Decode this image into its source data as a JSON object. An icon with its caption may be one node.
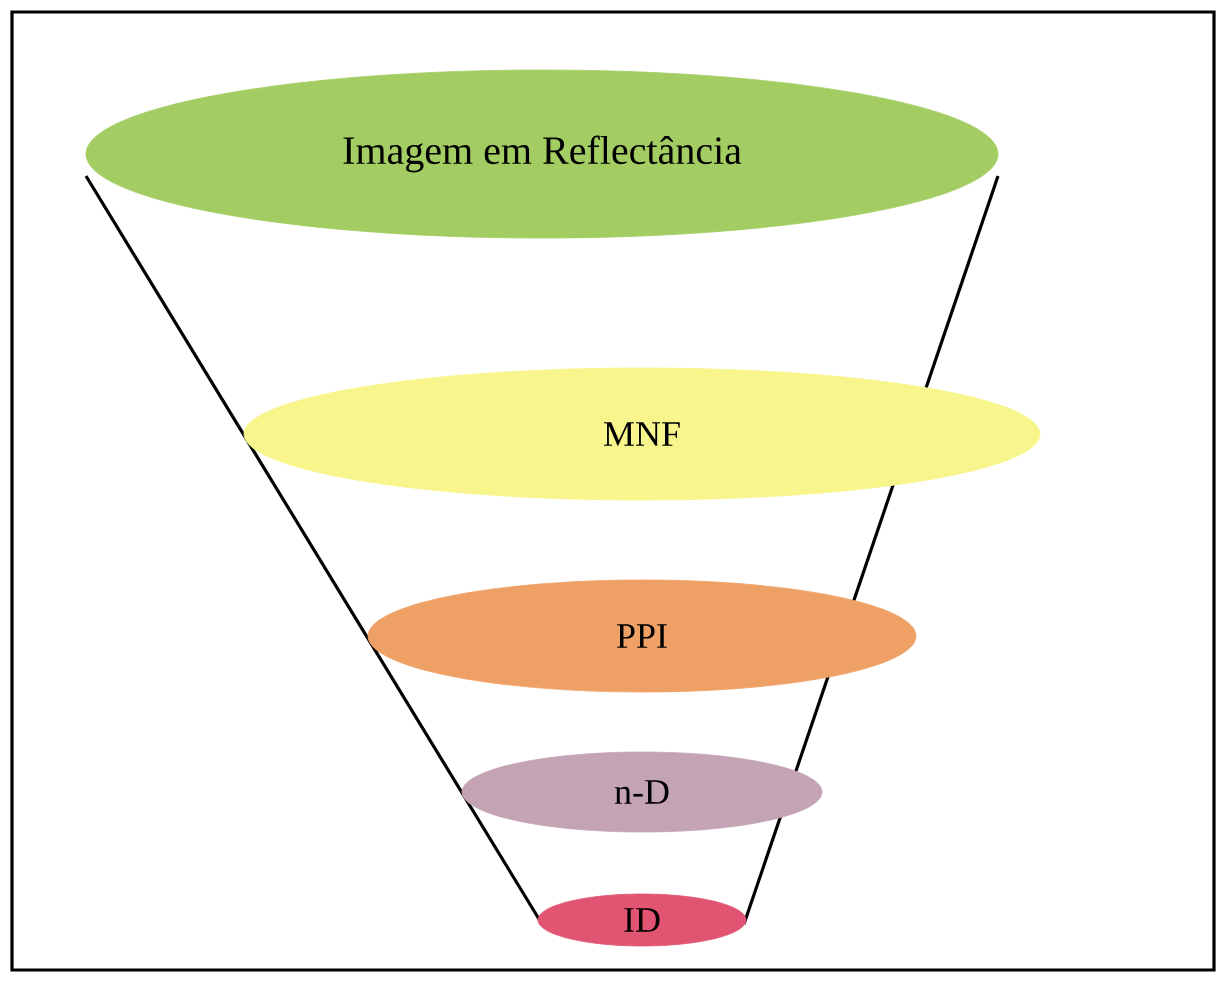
{
  "diagram": {
    "nodes": [
      {
        "text": [
          "Imagem em Reflectância"
        ]
      },
      {
        "text": [
          "MNF"
        ]
      },
      {
        "text": [
          "PPI"
        ]
      },
      {
        "text": [
          "n-D"
        ]
      },
      {
        "text": [
          "ID"
        ]
      }
    ]
  }
}
